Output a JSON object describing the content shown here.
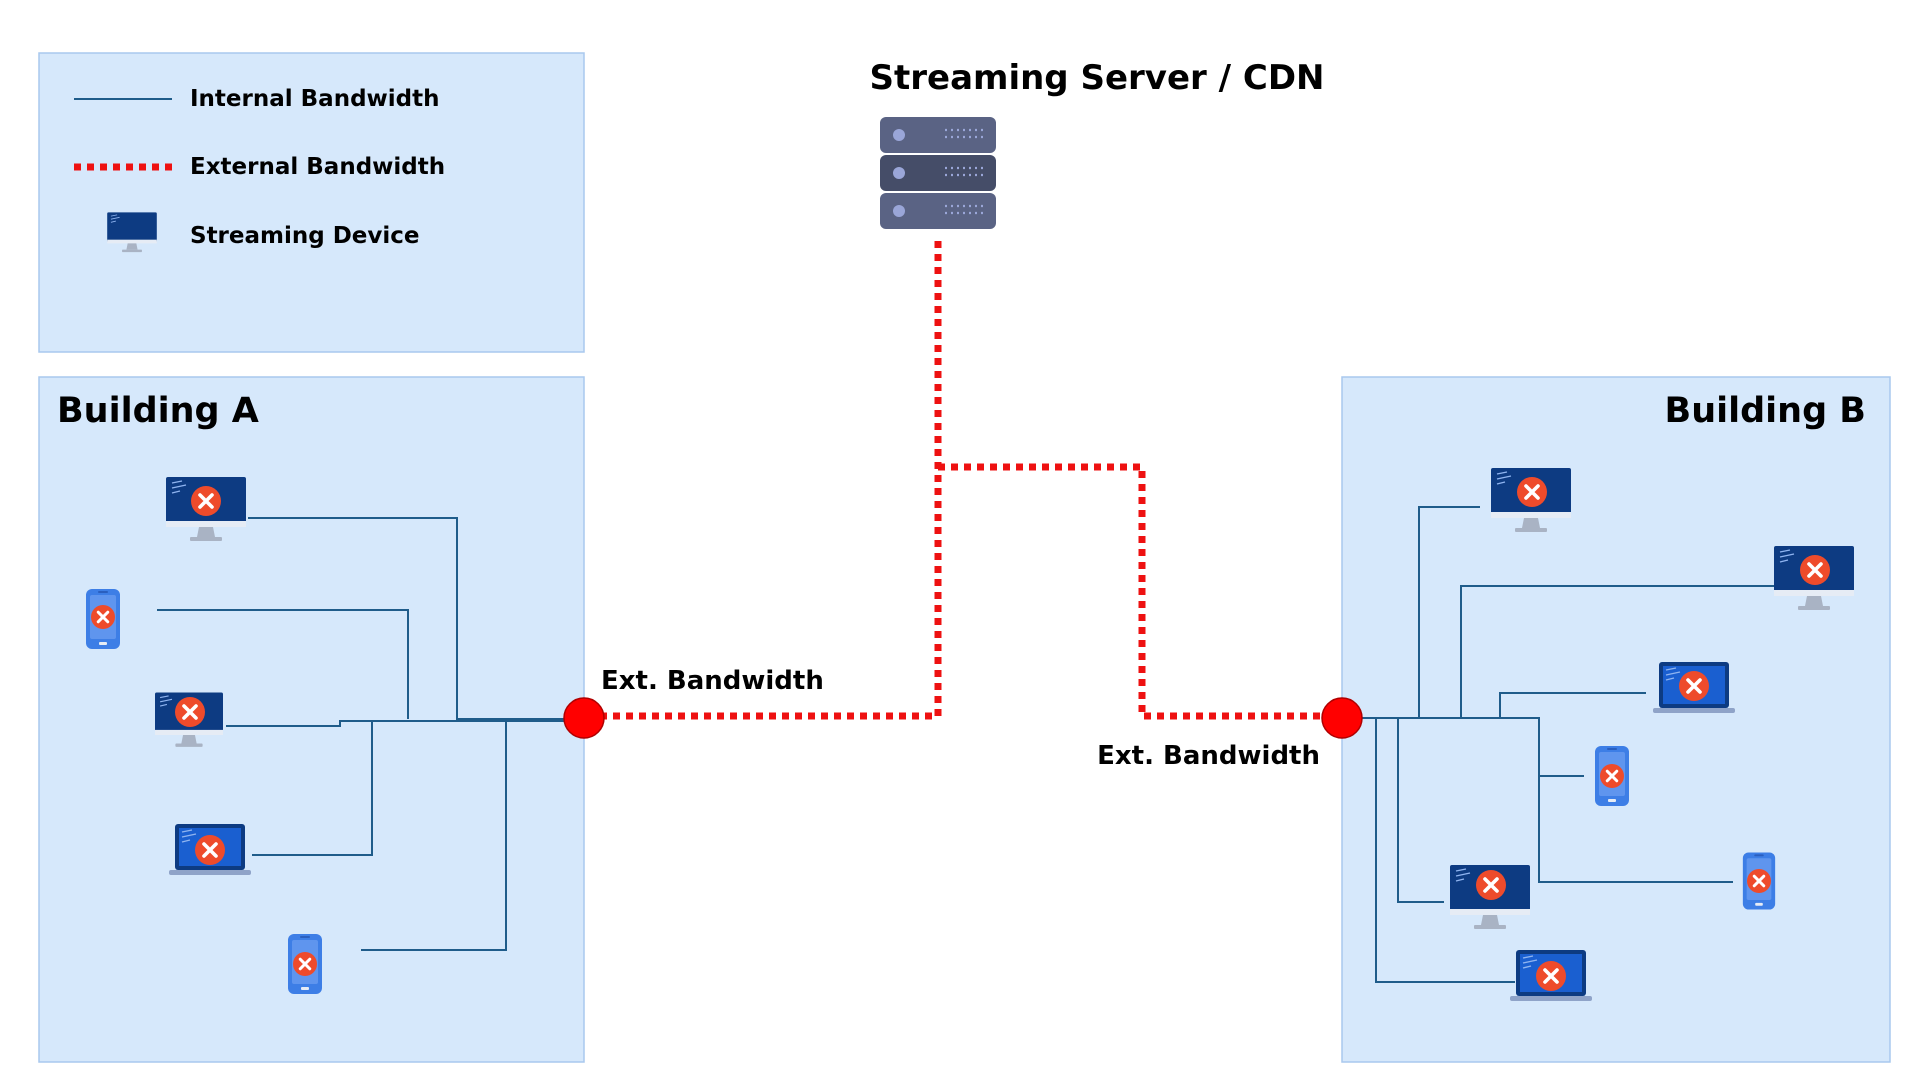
{
  "legend": {
    "internal_label": "Internal Bandwidth",
    "external_label": "External Bandwidth",
    "device_label": "Streaming Device"
  },
  "server": {
    "title": "Streaming Server / CDN",
    "icon": "server-icon"
  },
  "buildings": {
    "a": {
      "title": "Building A"
    },
    "b": {
      "title": "Building B"
    }
  },
  "links": {
    "a_label": "Ext. Bandwidth",
    "b_label": "Ext. Bandwidth"
  },
  "device_status_icon": "error-x-icon",
  "colors": {
    "panel_fill": "#d6e8fb",
    "panel_border": "#a9c8ee",
    "internal_line": "#1f5c8a",
    "external_line": "#ee1111",
    "node": "#ff0000",
    "device_dark": "#0d3b82",
    "device_light": "#3d7ee6",
    "error_badge": "#ee4b2b",
    "server": "#4f5878"
  }
}
